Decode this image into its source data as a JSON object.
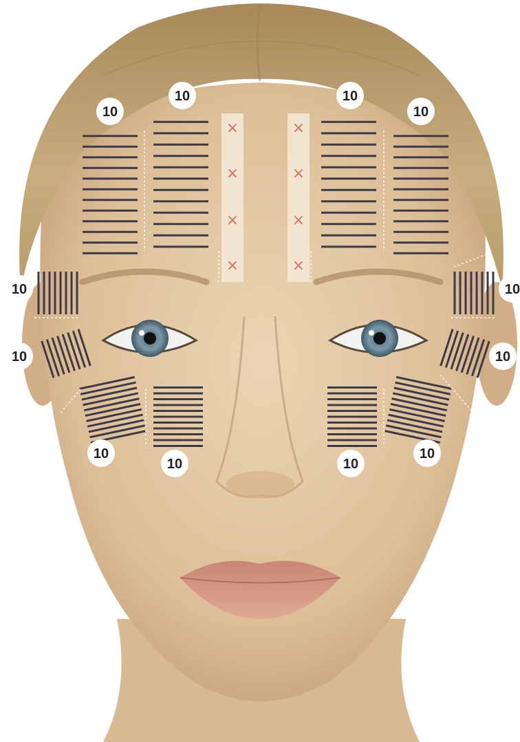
{
  "colors": {
    "skin": "#e3c9a4",
    "skin_shadow": "#c9a57c",
    "hair": "#b99b6a",
    "hair_dark": "#8a6d45",
    "line_mark": "#3d3a45",
    "x_mark": "#d0706a",
    "badge_bg": "#ffffff",
    "badge_text": "#222222",
    "iris": "#6f8ea0",
    "lips": "#d69a86"
  },
  "diagram": {
    "badges": [
      {
        "id": "forehead-left-outer",
        "text": "10"
      },
      {
        "id": "forehead-left-inner",
        "text": "10"
      },
      {
        "id": "forehead-right-inner",
        "text": "10"
      },
      {
        "id": "forehead-right-outer",
        "text": "10"
      },
      {
        "id": "temple-left-upper",
        "text": "10"
      },
      {
        "id": "temple-left-lower",
        "text": "10"
      },
      {
        "id": "temple-right-upper",
        "text": "10"
      },
      {
        "id": "temple-right-lower",
        "text": "10"
      },
      {
        "id": "cheek-left-outer",
        "text": "10"
      },
      {
        "id": "cheek-left-inner",
        "text": "10"
      },
      {
        "id": "cheek-right-inner",
        "text": "10"
      },
      {
        "id": "cheek-right-outer",
        "text": "10"
      }
    ],
    "x_marks": [
      {
        "id": "glabella-left-1",
        "glyph": "×"
      },
      {
        "id": "glabella-left-2",
        "glyph": "×"
      },
      {
        "id": "glabella-left-3",
        "glyph": "×"
      },
      {
        "id": "glabella-left-4",
        "glyph": "×"
      },
      {
        "id": "glabella-right-1",
        "glyph": "×"
      },
      {
        "id": "glabella-right-2",
        "glyph": "×"
      },
      {
        "id": "glabella-right-3",
        "glyph": "×"
      },
      {
        "id": "glabella-right-4",
        "glyph": "×"
      }
    ]
  }
}
